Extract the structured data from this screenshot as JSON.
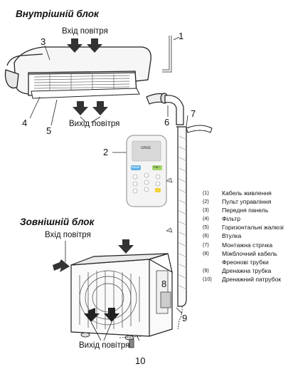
{
  "indoor": {
    "title": "Внутрішній блок",
    "air_in": "Вхід повітря",
    "air_out": "Вихід повітря"
  },
  "outdoor": {
    "title": "Зовнішній блок",
    "air_in": "Вхід повітря",
    "air_out": "Вихід повітря"
  },
  "callouts": [
    "1",
    "2",
    "3",
    "4",
    "5",
    "6",
    "7",
    "8",
    "9",
    "10"
  ],
  "remote": {
    "brand": "GREE",
    "buttons": [
      "Mode",
      "Fan"
    ]
  },
  "legend": [
    {
      "num": "(1)",
      "text": "Кабель живлення"
    },
    {
      "num": "(2)",
      "text": "Пульт управління"
    },
    {
      "num": "(3)",
      "text": "Передня панель"
    },
    {
      "num": "(4)",
      "text": "Фільтр"
    },
    {
      "num": "(5)",
      "text": "Горизонтальні жалюзі"
    },
    {
      "num": "(6)",
      "text": "Втулка"
    },
    {
      "num": "(7)",
      "text": "Монтажна стрічка"
    },
    {
      "num": "(8)",
      "text": "Міжблочний кабель\nФреонові трубки"
    },
    {
      "num": "(9)",
      "text": "Дренажна трубка"
    },
    {
      "num": "(10)",
      "text": "Дренажний патрубок"
    }
  ]
}
